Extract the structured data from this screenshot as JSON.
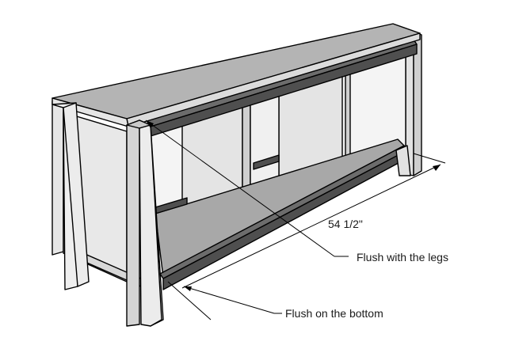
{
  "annotations": {
    "dimension": "54 1/2\"",
    "callout_top": "Flush with the legs",
    "callout_bottom": "Flush on the bottom"
  },
  "colors": {
    "top_surface": "#b4b4b4",
    "top_edge": "#dcdcdc",
    "panel": "#e8e8e8",
    "leg_front": "#ececec",
    "leg_side": "#d4d4d4",
    "shelf": "#a8a8a8",
    "rail": "#4f4f4f",
    "rail_top": "#6c6c6c"
  }
}
